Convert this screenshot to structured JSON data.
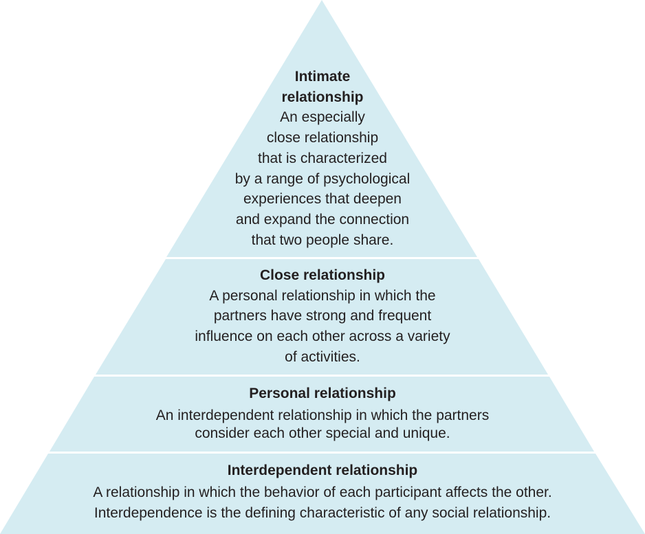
{
  "diagram": {
    "type": "pyramid",
    "fill_color": "#d5ecf2",
    "separator_color": "#ffffff",
    "text_color": "#231f20",
    "tiers": [
      {
        "level": "top",
        "title_lines": [
          "Intimate",
          "relationship"
        ],
        "description_lines": [
          "An especially",
          "close relationship",
          "that is characterized",
          "by a range of psychological",
          "experiences that deepen",
          "and expand the connection",
          "that two people share."
        ]
      },
      {
        "level": "second",
        "title_lines": [
          "Close relationship"
        ],
        "description_lines": [
          "A personal relationship in which the",
          "partners have strong and frequent",
          "influence on each other across a variety",
          "of activities."
        ]
      },
      {
        "level": "third",
        "title_lines": [
          "Personal relationship"
        ],
        "description_lines": [
          "An interdependent relationship in which the partners",
          "consider each other special and unique."
        ]
      },
      {
        "level": "base",
        "title_lines": [
          "Interdependent relationship"
        ],
        "description_lines": [
          "A relationship in which the behavior of each participant affects the other.",
          "Interdependence is the defining characteristic of any social relationship."
        ]
      }
    ]
  }
}
